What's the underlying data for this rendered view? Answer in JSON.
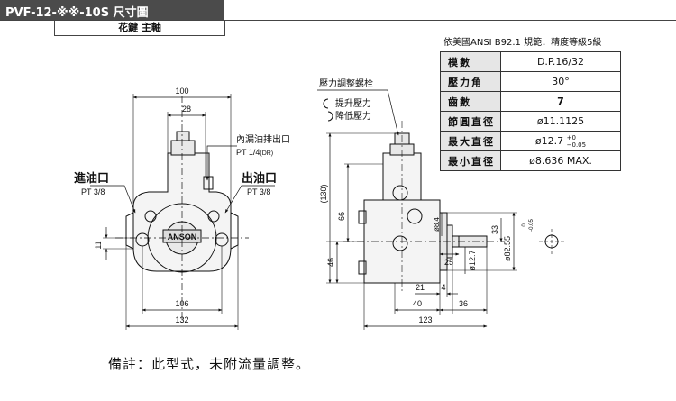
{
  "header": {
    "title": "PVF-12-※※-10S  尺寸圖",
    "subtitle": "花鍵 主軸"
  },
  "spec": {
    "caption": "依美國ANSI  B92.1 規範．精度等級5級",
    "rows": [
      {
        "key": "模數",
        "value": "D.P.16/32"
      },
      {
        "key": "壓力角",
        "value": "30°"
      },
      {
        "key": "齒數",
        "value": "7"
      },
      {
        "key": "節圓直徑",
        "value": "ø11.1125"
      },
      {
        "key": "最大直徑",
        "value": "ø12.7",
        "tol_upper": "+0",
        "tol_lower": "−0.05"
      },
      {
        "key": "最小直徑",
        "value": "ø8.636 MAX."
      }
    ]
  },
  "front_view": {
    "brand": "ANSON",
    "inlet_label": "進油口",
    "inlet_thread": "PT 3/8",
    "outlet_label": "出油口",
    "outlet_thread": "PT 3/8",
    "drain_label": "內漏油排出口",
    "drain_thread": "PT 1/4",
    "drain_suffix": "(DR)",
    "dims": {
      "d100": "100",
      "d28": "28",
      "d11": "11",
      "d106": "106",
      "d132": "132"
    }
  },
  "side_view": {
    "adjust_label": "壓力調整螺栓",
    "raise_label": "提升壓力",
    "lower_label": "降低壓力",
    "dims": {
      "d130": "(130)",
      "d66": "66",
      "d46": "46",
      "d84": "ø8.4",
      "d33": "33",
      "d25": "25",
      "d127": "ø12.7",
      "d8255": "ø82.55",
      "d8255_tol_upper": "0",
      "d8255_tol_lower": "-0.05",
      "d21": "21",
      "d4": "4",
      "d40": "40",
      "d36": "36",
      "d123": "123"
    }
  },
  "footnote": "備註：此型式，未附流量調整。"
}
